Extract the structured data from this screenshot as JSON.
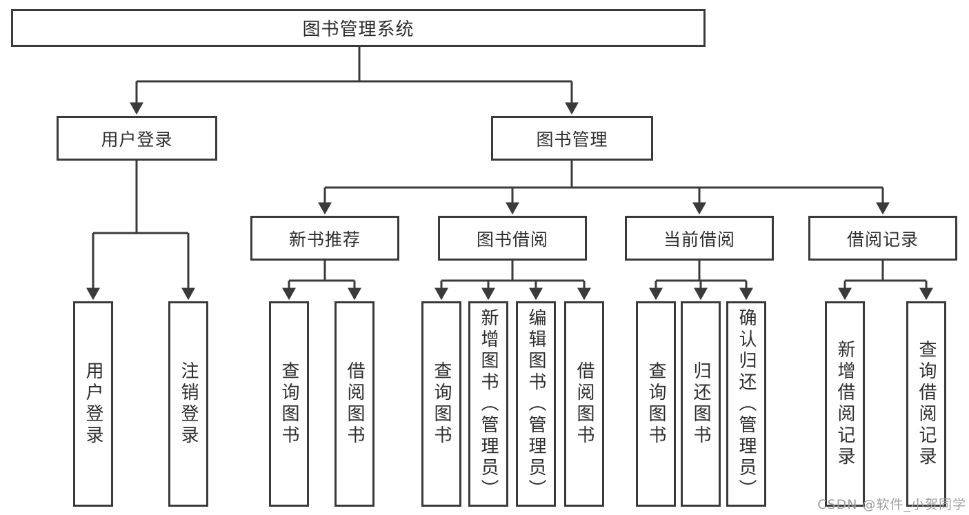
{
  "diagram": {
    "title": "图书管理系统",
    "type": "hierarchy-tree",
    "colors": {
      "line": "#3a3a3a",
      "box_border": "#3a3a3a",
      "text": "#2e2e2e",
      "background": "#ffffff",
      "watermark": "#9e9e9e"
    },
    "tree": {
      "root": {
        "label": "图书管理系统"
      },
      "level2": [
        {
          "id": "user-login",
          "label": "用户登录",
          "parent": "图书管理系统"
        },
        {
          "id": "book-management",
          "label": "图书管理",
          "parent": "图书管理系统"
        }
      ],
      "level3": [
        {
          "id": "new-book-recommend",
          "label": "新书推荐",
          "parent": "图书管理"
        },
        {
          "id": "book-borrow",
          "label": "图书借阅",
          "parent": "图书管理"
        },
        {
          "id": "current-borrow",
          "label": "当前借阅",
          "parent": "图书管理"
        },
        {
          "id": "borrow-records",
          "label": "借阅记录",
          "parent": "图书管理"
        }
      ],
      "leaves": [
        {
          "id": "user-login-leaf",
          "label": "用户登录",
          "parent": "用户登录"
        },
        {
          "id": "logout-leaf",
          "label": "注销登录",
          "parent": "用户登录"
        },
        {
          "id": "recommend-query-books",
          "label": "查询图书",
          "parent": "新书推荐"
        },
        {
          "id": "recommend-borrow-books",
          "label": "借阅图书",
          "parent": "新书推荐"
        },
        {
          "id": "borrow-query-books",
          "label": "查询图书",
          "parent": "图书借阅"
        },
        {
          "id": "borrow-add-books",
          "label": "新增图书（管理员）",
          "parent": "图书借阅"
        },
        {
          "id": "borrow-edit-books",
          "label": "编辑图书（管理员）",
          "parent": "图书借阅"
        },
        {
          "id": "borrow-borrow-books",
          "label": "借阅图书",
          "parent": "图书借阅"
        },
        {
          "id": "current-query-books",
          "label": "查询图书",
          "parent": "当前借阅"
        },
        {
          "id": "current-return-books",
          "label": "归还图书",
          "parent": "当前借阅"
        },
        {
          "id": "current-confirm-return",
          "label": "确认归还（管理员）",
          "parent": "当前借阅"
        },
        {
          "id": "records-add-record",
          "label": "新增借阅记录",
          "parent": "借阅记录"
        },
        {
          "id": "records-query-record",
          "label": "查询借阅记录",
          "parent": "借阅记录"
        }
      ]
    },
    "watermark": "CSDN @软件_小贺同学"
  }
}
